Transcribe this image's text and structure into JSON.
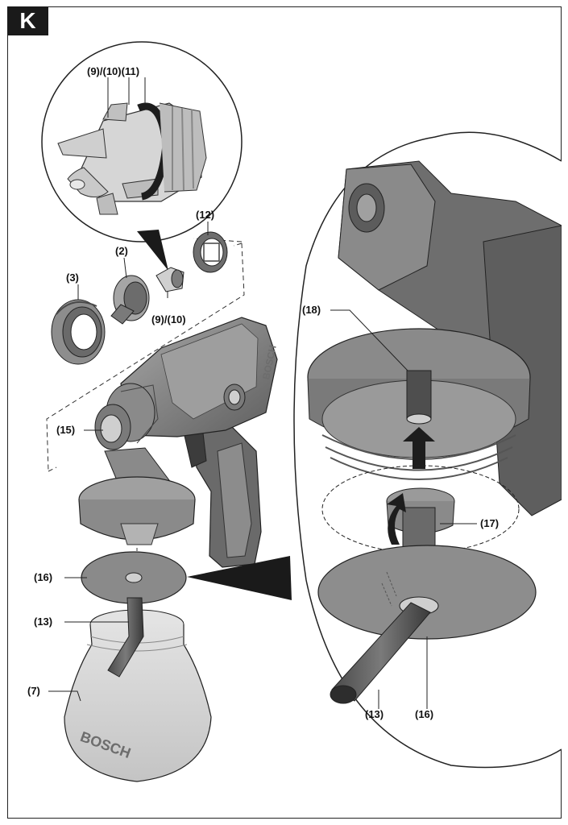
{
  "figure": {
    "panel_letter": "K",
    "brand_text": "BOSCH",
    "colors": {
      "body_dark": "#5b5b5b",
      "body_light": "#9a9a9a",
      "container": "#d4d4d4",
      "disk": "#858585",
      "outline": "#222222"
    }
  },
  "labels": {
    "l_9_10_11": "(9)/(10)(11)",
    "l_12": "(12)",
    "l_2": "(2)",
    "l_3": "(3)",
    "l_9_10": "(9)/(10)",
    "l_15": "(15)",
    "l_16_left": "(16)",
    "l_13_left": "(13)",
    "l_7": "(7)",
    "l_18": "(18)",
    "l_17": "(17)",
    "l_13_right": "(13)",
    "l_16_right": "(16)"
  }
}
